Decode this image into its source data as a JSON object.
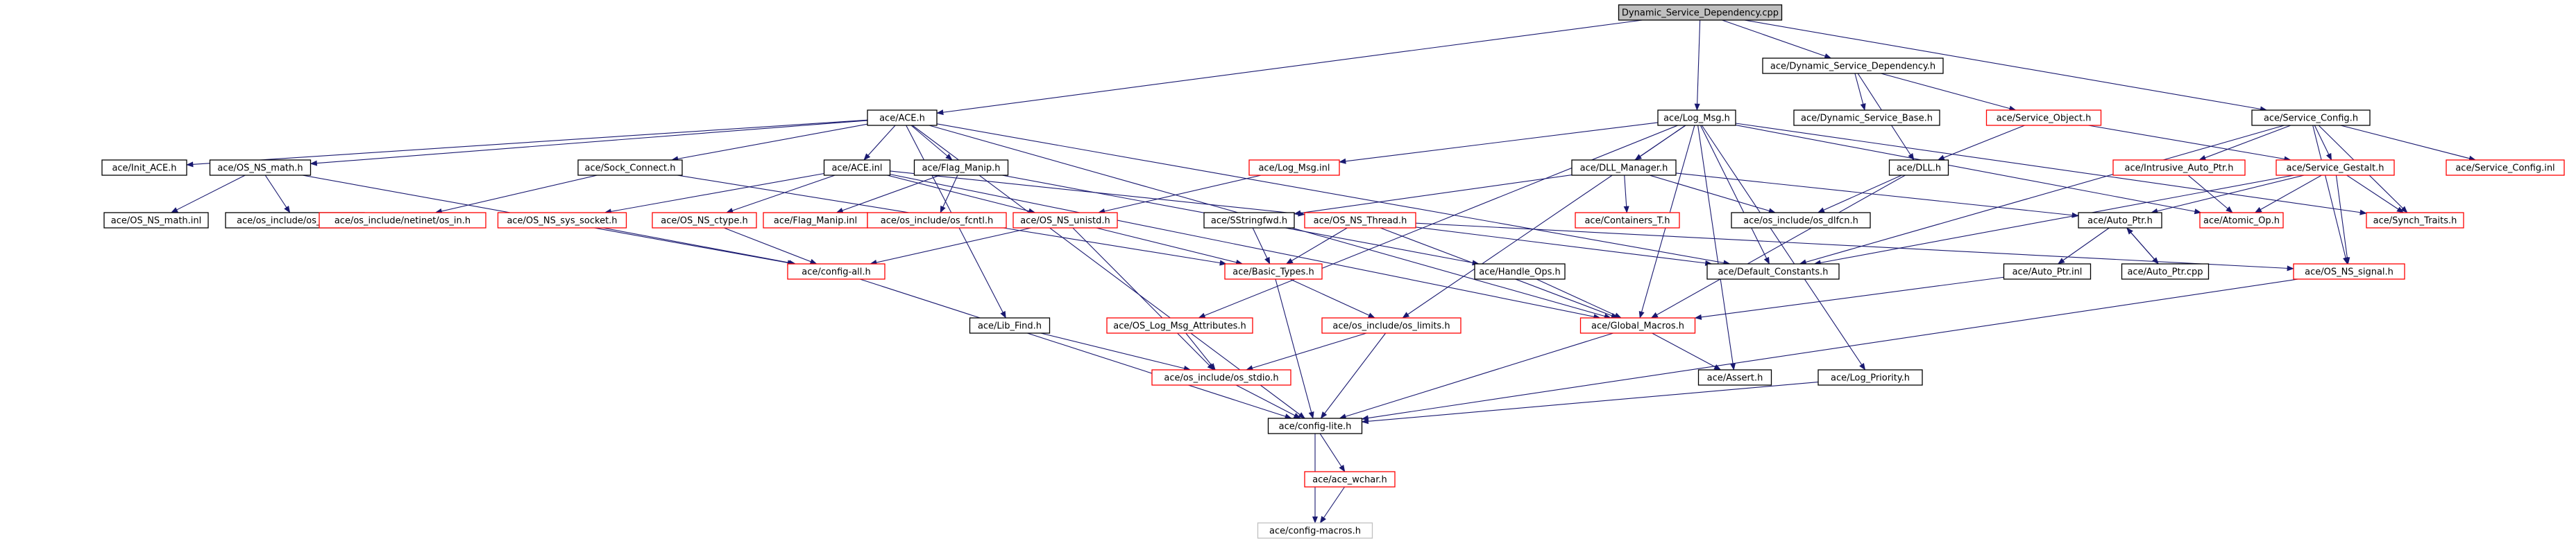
{
  "colors": {
    "root_fill": "#bfbfbf",
    "documented_border": "#000000",
    "undocumented_border": "#ff0000",
    "external_border": "#bfbfbf",
    "edge": "#191970"
  },
  "nodes": [
    {
      "id": "root",
      "label": "Dynamic_Service_Dependency.cpp",
      "kind": "root"
    },
    {
      "id": "ace_h",
      "label": "ace/ACE.h",
      "kind": "documented"
    },
    {
      "id": "log_msg_h",
      "label": "ace/Log_Msg.h",
      "kind": "documented"
    },
    {
      "id": "dsd_h",
      "label": "ace/Dynamic_Service_Dependency.h",
      "kind": "documented"
    },
    {
      "id": "service_config_h",
      "label": "ace/Service_Config.h",
      "kind": "documented"
    },
    {
      "id": "init_ace_h",
      "label": "ace/Init_ACE.h",
      "kind": "documented"
    },
    {
      "id": "os_ns_math_h",
      "label": "ace/OS_NS_math.h",
      "kind": "documented"
    },
    {
      "id": "sock_connect_h",
      "label": "ace/Sock_Connect.h",
      "kind": "documented"
    },
    {
      "id": "ace_inl",
      "label": "ace/ACE.inl",
      "kind": "documented"
    },
    {
      "id": "flag_manip_h",
      "label": "ace/Flag_Manip.h",
      "kind": "documented"
    },
    {
      "id": "log_msg_inl",
      "label": "ace/Log_Msg.inl",
      "kind": "undocumented"
    },
    {
      "id": "dll_manager_h",
      "label": "ace/DLL_Manager.h",
      "kind": "documented"
    },
    {
      "id": "dsb_h",
      "label": "ace/Dynamic_Service_Base.h",
      "kind": "documented"
    },
    {
      "id": "service_object_h",
      "label": "ace/Service_Object.h",
      "kind": "undocumented"
    },
    {
      "id": "dll_h",
      "label": "ace/DLL.h",
      "kind": "documented"
    },
    {
      "id": "intrusive_auto_ptr_h",
      "label": "ace/Intrusive_Auto_Ptr.h",
      "kind": "undocumented"
    },
    {
      "id": "service_gestalt_h",
      "label": "ace/Service_Gestalt.h",
      "kind": "undocumented"
    },
    {
      "id": "service_config_inl",
      "label": "ace/Service_Config.inl",
      "kind": "undocumented"
    },
    {
      "id": "os_ns_math_inl",
      "label": "ace/OS_NS_math.inl",
      "kind": "documented"
    },
    {
      "id": "os_include_os_math_h",
      "label": "ace/os_include/os_math.h",
      "kind": "documented"
    },
    {
      "id": "os_include_netinet_os_in_h",
      "label": "ace/os_include/netinet/os_in.h",
      "kind": "undocumented"
    },
    {
      "id": "os_ns_sys_socket_h",
      "label": "ace/OS_NS_sys_socket.h",
      "kind": "undocumented"
    },
    {
      "id": "os_ns_ctype_h",
      "label": "ace/OS_NS_ctype.h",
      "kind": "undocumented"
    },
    {
      "id": "flag_manip_inl",
      "label": "ace/Flag_Manip.inl",
      "kind": "undocumented"
    },
    {
      "id": "os_include_os_fcntl_h",
      "label": "ace/os_include/os_fcntl.h",
      "kind": "undocumented"
    },
    {
      "id": "os_ns_unistd_h",
      "label": "ace/OS_NS_unistd.h",
      "kind": "undocumented"
    },
    {
      "id": "sstringfwd_h",
      "label": "ace/SStringfwd.h",
      "kind": "documented"
    },
    {
      "id": "os_ns_thread_h",
      "label": "ace/OS_NS_Thread.h",
      "kind": "undocumented"
    },
    {
      "id": "containers_t_h",
      "label": "ace/Containers_T.h",
      "kind": "undocumented"
    },
    {
      "id": "os_include_os_dlfcn_h",
      "label": "ace/os_include/os_dlfcn.h",
      "kind": "documented"
    },
    {
      "id": "auto_ptr_h",
      "label": "ace/Auto_Ptr.h",
      "kind": "documented"
    },
    {
      "id": "atomic_op_h",
      "label": "ace/Atomic_Op.h",
      "kind": "undocumented"
    },
    {
      "id": "synch_traits_h",
      "label": "ace/Synch_Traits.h",
      "kind": "undocumented"
    },
    {
      "id": "config_all_h",
      "label": "ace/config-all.h",
      "kind": "undocumented"
    },
    {
      "id": "basic_types_h",
      "label": "ace/Basic_Types.h",
      "kind": "undocumented"
    },
    {
      "id": "handle_ops_h",
      "label": "ace/Handle_Ops.h",
      "kind": "documented"
    },
    {
      "id": "default_constants_h",
      "label": "ace/Default_Constants.h",
      "kind": "documented"
    },
    {
      "id": "auto_ptr_inl",
      "label": "ace/Auto_Ptr.inl",
      "kind": "documented"
    },
    {
      "id": "auto_ptr_cpp",
      "label": "ace/Auto_Ptr.cpp",
      "kind": "documented"
    },
    {
      "id": "os_ns_signal_h",
      "label": "ace/OS_NS_signal.h",
      "kind": "undocumented"
    },
    {
      "id": "lib_find_h",
      "label": "ace/Lib_Find.h",
      "kind": "documented"
    },
    {
      "id": "os_log_msg_attributes_h",
      "label": "ace/OS_Log_Msg_Attributes.h",
      "kind": "undocumented"
    },
    {
      "id": "os_include_os_limits_h",
      "label": "ace/os_include/os_limits.h",
      "kind": "undocumented"
    },
    {
      "id": "global_macros_h",
      "label": "ace/Global_Macros.h",
      "kind": "undocumented"
    },
    {
      "id": "os_include_os_stdio_h",
      "label": "ace/os_include/os_stdio.h",
      "kind": "undocumented"
    },
    {
      "id": "assert_h",
      "label": "ace/Assert.h",
      "kind": "documented"
    },
    {
      "id": "log_priority_h",
      "label": "ace/Log_Priority.h",
      "kind": "documented"
    },
    {
      "id": "config_lite_h",
      "label": "ace/config-lite.h",
      "kind": "documented"
    },
    {
      "id": "ace_wchar_h",
      "label": "ace/ace_wchar.h",
      "kind": "undocumented"
    },
    {
      "id": "config_macros_h",
      "label": "ace/config-macros.h",
      "kind": "external"
    }
  ],
  "edges": [
    [
      "root",
      "ace_h"
    ],
    [
      "root",
      "log_msg_h"
    ],
    [
      "root",
      "dsd_h"
    ],
    [
      "root",
      "service_config_h"
    ],
    [
      "ace_h",
      "init_ace_h"
    ],
    [
      "ace_h",
      "os_ns_math_h"
    ],
    [
      "ace_h",
      "sock_connect_h"
    ],
    [
      "ace_h",
      "ace_inl"
    ],
    [
      "ace_h",
      "flag_manip_h"
    ],
    [
      "ace_h",
      "lib_find_h"
    ],
    [
      "ace_h",
      "config_lite_h"
    ],
    [
      "ace_h",
      "global_macros_h"
    ],
    [
      "ace_h",
      "default_constants_h"
    ],
    [
      "os_ns_math_h",
      "os_ns_math_inl"
    ],
    [
      "os_ns_math_h",
      "os_include_os_math_h"
    ],
    [
      "os_ns_math_h",
      "config_all_h"
    ],
    [
      "sock_connect_h",
      "os_include_netinet_os_in_h"
    ],
    [
      "sock_connect_h",
      "basic_types_h"
    ],
    [
      "ace_inl",
      "os_ns_sys_socket_h"
    ],
    [
      "ace_inl",
      "os_ns_ctype_h"
    ],
    [
      "ace_inl",
      "os_ns_unistd_h"
    ],
    [
      "ace_inl",
      "os_ns_thread_h"
    ],
    [
      "ace_inl",
      "global_macros_h"
    ],
    [
      "flag_manip_h",
      "flag_manip_inl"
    ],
    [
      "flag_manip_h",
      "os_include_os_fcntl_h"
    ],
    [
      "flag_manip_h",
      "handle_ops_h"
    ],
    [
      "log_msg_h",
      "log_msg_inl"
    ],
    [
      "log_msg_h",
      "dll_manager_h"
    ],
    [
      "log_msg_h",
      "os_log_msg_attributes_h"
    ],
    [
      "log_msg_h",
      "os_include_os_limits_h"
    ],
    [
      "log_msg_h",
      "global_macros_h"
    ],
    [
      "log_msg_h",
      "default_constants_h"
    ],
    [
      "log_msg_h",
      "assert_h"
    ],
    [
      "log_msg_h",
      "log_priority_h"
    ],
    [
      "log_msg_h",
      "synch_traits_h"
    ],
    [
      "log_msg_h",
      "atomic_op_h"
    ],
    [
      "log_msg_inl",
      "os_ns_unistd_h"
    ],
    [
      "dll_manager_h",
      "sstringfwd_h"
    ],
    [
      "dll_manager_h",
      "containers_t_h"
    ],
    [
      "dll_manager_h",
      "os_include_os_dlfcn_h"
    ],
    [
      "dll_manager_h",
      "auto_ptr_h"
    ],
    [
      "dsd_h",
      "dsb_h"
    ],
    [
      "dsd_h",
      "service_object_h"
    ],
    [
      "dsd_h",
      "dll_h"
    ],
    [
      "service_object_h",
      "dll_h"
    ],
    [
      "service_object_h",
      "service_gestalt_h"
    ],
    [
      "dll_h",
      "os_include_os_dlfcn_h"
    ],
    [
      "dll_h",
      "global_macros_h"
    ],
    [
      "service_config_h",
      "service_config_inl"
    ],
    [
      "service_config_h",
      "intrusive_auto_ptr_h"
    ],
    [
      "service_config_h",
      "service_gestalt_h"
    ],
    [
      "service_config_h",
      "synch_traits_h"
    ],
    [
      "service_config_h",
      "default_constants_h"
    ],
    [
      "service_config_h",
      "os_ns_signal_h"
    ],
    [
      "intrusive_auto_ptr_h",
      "atomic_op_h"
    ],
    [
      "service_gestalt_h",
      "auto_ptr_h"
    ],
    [
      "service_gestalt_h",
      "atomic_op_h"
    ],
    [
      "service_gestalt_h",
      "synch_traits_h"
    ],
    [
      "service_gestalt_h",
      "default_constants_h"
    ],
    [
      "service_gestalt_h",
      "os_ns_signal_h"
    ],
    [
      "auto_ptr_h",
      "auto_ptr_inl"
    ],
    [
      "auto_ptr_h",
      "auto_ptr_cpp"
    ],
    [
      "auto_ptr_cpp",
      "auto_ptr_h"
    ],
    [
      "auto_ptr_inl",
      "global_macros_h"
    ],
    [
      "os_ns_sys_socket_h",
      "config_all_h"
    ],
    [
      "os_ns_ctype_h",
      "config_all_h"
    ],
    [
      "os_ns_unistd_h",
      "config_all_h"
    ],
    [
      "os_ns_unistd_h",
      "basic_types_h"
    ],
    [
      "os_ns_unistd_h",
      "os_include_os_stdio_h"
    ],
    [
      "sstringfwd_h",
      "basic_types_h"
    ],
    [
      "os_ns_thread_h",
      "basic_types_h"
    ],
    [
      "os_ns_thread_h",
      "global_macros_h"
    ],
    [
      "os_ns_thread_h",
      "os_ns_signal_h"
    ],
    [
      "os_ns_thread_h",
      "default_constants_h"
    ],
    [
      "handle_ops_h",
      "global_macros_h"
    ],
    [
      "config_all_h",
      "config_lite_h"
    ],
    [
      "basic_types_h",
      "os_include_os_limits_h"
    ],
    [
      "basic_types_h",
      "config_lite_h"
    ],
    [
      "lib_find_h",
      "os_include_os_stdio_h"
    ],
    [
      "os_log_msg_attributes_h",
      "os_include_os_stdio_h"
    ],
    [
      "os_include_os_limits_h",
      "os_include_os_stdio_h"
    ],
    [
      "os_include_os_limits_h",
      "config_lite_h"
    ],
    [
      "global_macros_h",
      "config_lite_h"
    ],
    [
      "global_macros_h",
      "assert_h"
    ],
    [
      "os_include_os_stdio_h",
      "config_lite_h"
    ],
    [
      "log_priority_h",
      "config_lite_h"
    ],
    [
      "os_ns_signal_h",
      "config_lite_h"
    ],
    [
      "config_lite_h",
      "ace_wchar_h"
    ],
    [
      "config_lite_h",
      "config_macros_h"
    ],
    [
      "ace_wchar_h",
      "config_macros_h"
    ]
  ]
}
